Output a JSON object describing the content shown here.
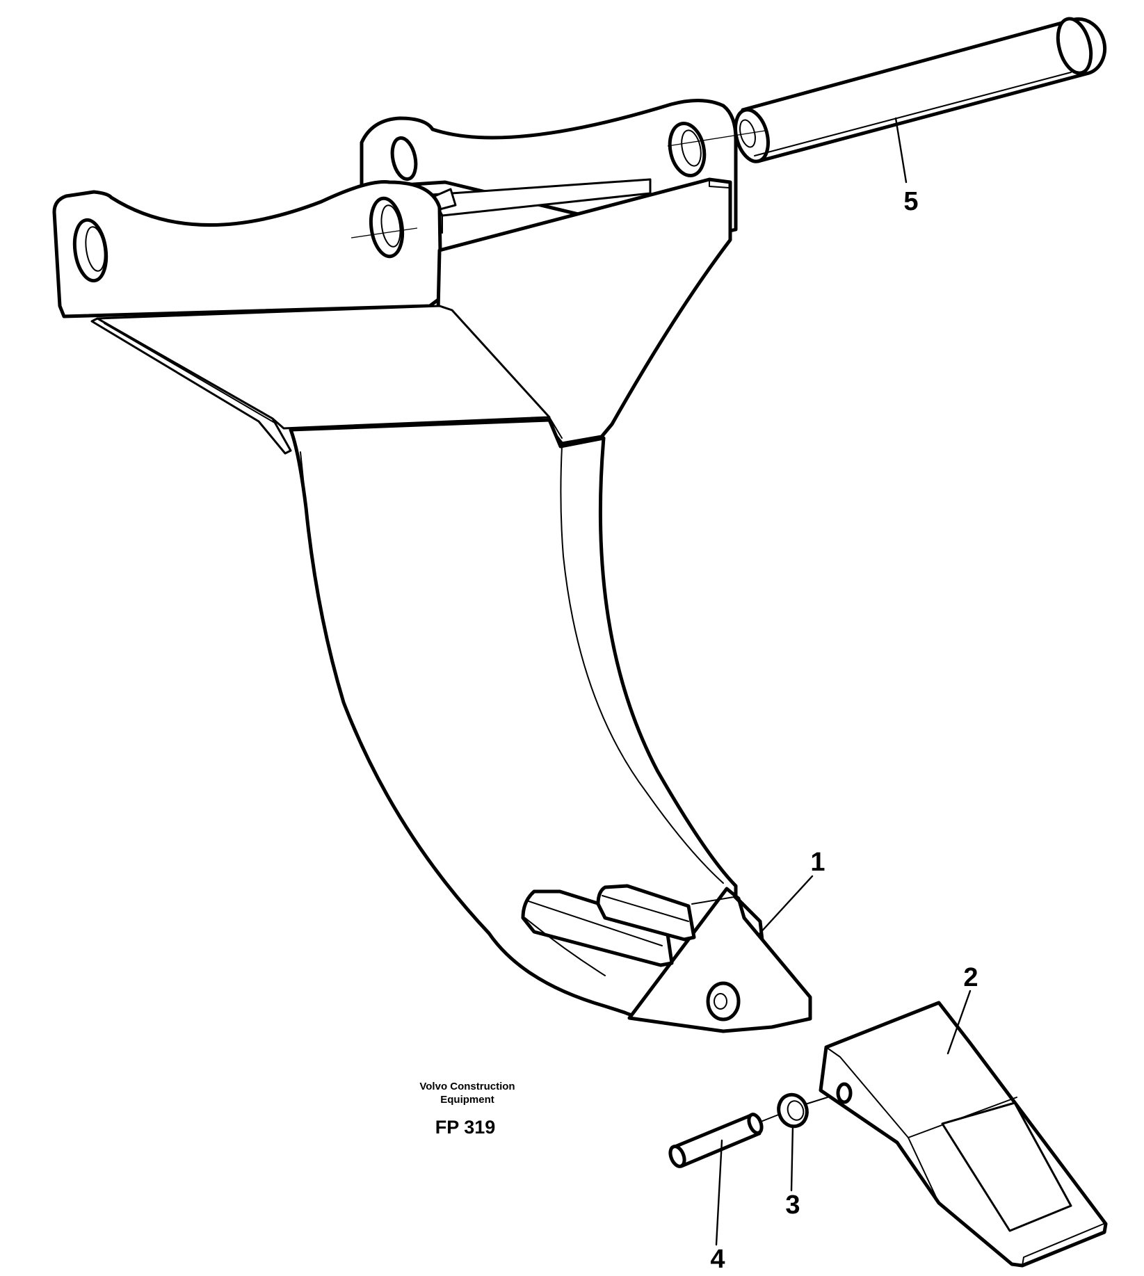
{
  "callouts": {
    "part_1": "1",
    "part_2": "2",
    "part_3": "3",
    "part_4": "4",
    "part_5": "5"
  },
  "caption": {
    "line1": "Volvo Construction",
    "line2": "Equipment",
    "code": "FP 319"
  }
}
